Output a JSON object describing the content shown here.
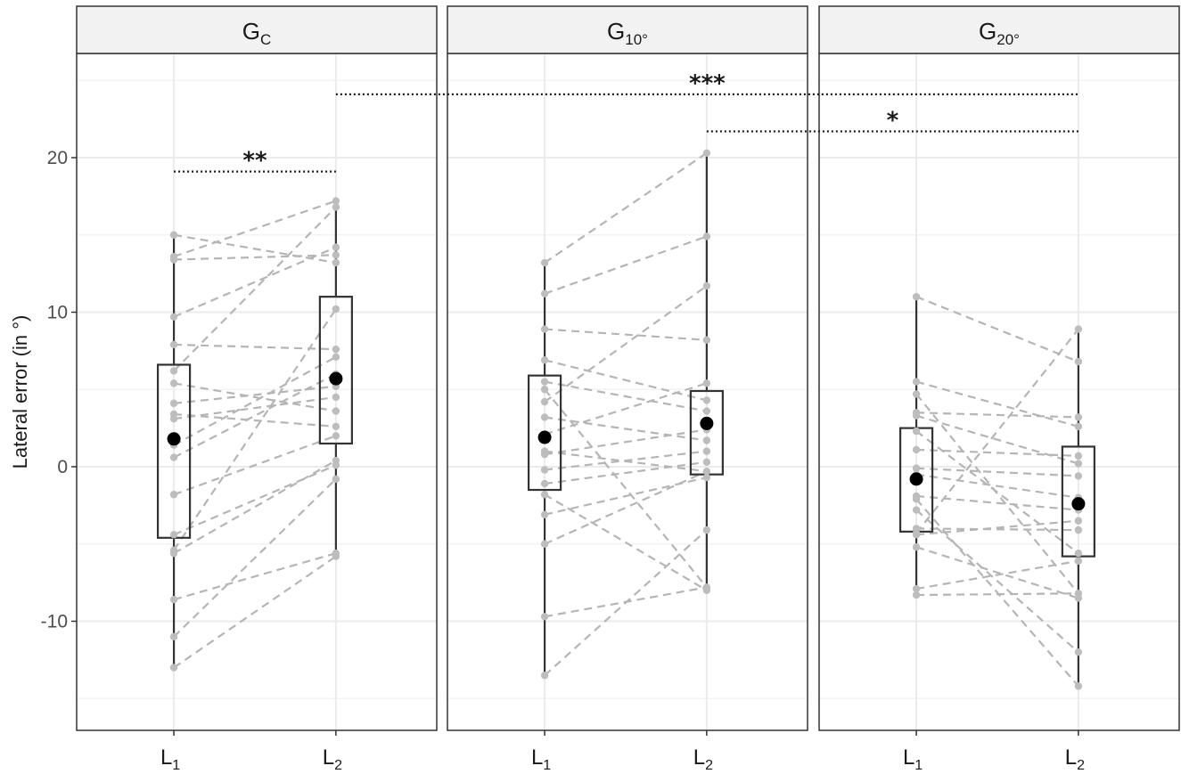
{
  "chart_data": {
    "type": "box",
    "ylabel": "Lateral error (in °)",
    "ylim": [
      -16.5,
      26
    ],
    "y_ticks": [
      -10,
      0,
      20,
      10
    ],
    "x_categories": [
      {
        "main": "L",
        "sub": "1"
      },
      {
        "main": "L",
        "sub": "2"
      }
    ],
    "panels": [
      {
        "title_main": "G",
        "title_sub": "C",
        "L1": {
          "mean": 1.8,
          "box": {
            "q1": -4.6,
            "median": 1.8,
            "q3": 6.6,
            "min": -13.0,
            "max": 15.0
          },
          "points": [
            15.0,
            13.6,
            13.4,
            9.7,
            7.9,
            6.2,
            5.4,
            4.1,
            3.4,
            3.1,
            1.4,
            0.6,
            -1.8,
            -4.4,
            -5.4,
            -5.6,
            -8.6,
            -11.0,
            -13.0
          ]
        },
        "L2": {
          "mean": 5.7,
          "box": {
            "q1": 1.5,
            "median": 5.7,
            "q3": 11.0,
            "min": -5.8,
            "max": 17.2
          },
          "points": [
            17.2,
            16.8,
            14.2,
            13.7,
            13.2,
            10.2,
            7.6,
            7.1,
            6.0,
            5.2,
            4.5,
            3.6,
            2.6,
            2.0,
            0.4,
            0.1,
            -0.8,
            -5.6,
            -5.8
          ]
        },
        "pairs": [
          [
            15.0,
            13.2
          ],
          [
            13.6,
            17.2
          ],
          [
            13.4,
            13.7
          ],
          [
            9.7,
            14.2
          ],
          [
            7.9,
            7.6
          ],
          [
            6.2,
            16.8
          ],
          [
            5.4,
            3.6
          ],
          [
            4.1,
            5.2
          ],
          [
            3.4,
            2.6
          ],
          [
            3.1,
            4.5
          ],
          [
            1.4,
            7.1
          ],
          [
            0.6,
            6.0
          ],
          [
            -1.8,
            2.0
          ],
          [
            -4.4,
            0.1
          ],
          [
            -5.4,
            10.2
          ],
          [
            -5.6,
            0.4
          ],
          [
            -8.6,
            -5.6
          ],
          [
            -11.0,
            -0.8
          ],
          [
            -13.0,
            -5.8
          ]
        ]
      },
      {
        "title_main": "G",
        "title_sub": "10°",
        "L1": {
          "mean": 1.9,
          "box": {
            "q1": -1.5,
            "median": 1.9,
            "q3": 5.9,
            "min": -13.5,
            "max": 13.2
          },
          "points": [
            13.2,
            11.2,
            8.9,
            6.9,
            5.5,
            5.0,
            4.2,
            3.2,
            2.1,
            1.0,
            0.8,
            -0.2,
            -1.1,
            -1.8,
            -3.1,
            -5.0,
            -9.7,
            -13.5
          ]
        },
        "L2": {
          "mean": 2.8,
          "box": {
            "q1": -0.5,
            "median": 2.8,
            "q3": 4.9,
            "min": -8.0,
            "max": 20.3
          },
          "points": [
            20.3,
            14.9,
            11.7,
            8.2,
            5.4,
            4.3,
            3.6,
            2.4,
            1.7,
            1.0,
            0.3,
            -0.3,
            -0.7,
            -4.1,
            -7.8,
            -8.0
          ]
        },
        "pairs": [
          [
            13.2,
            20.3
          ],
          [
            11.2,
            14.9
          ],
          [
            8.9,
            8.2
          ],
          [
            6.9,
            4.3
          ],
          [
            5.5,
            3.6
          ],
          [
            5.0,
            -7.8
          ],
          [
            4.2,
            11.7
          ],
          [
            3.2,
            1.7
          ],
          [
            2.1,
            5.4
          ],
          [
            1.0,
            -0.3
          ],
          [
            0.8,
            2.4
          ],
          [
            -0.2,
            1.0
          ],
          [
            -1.1,
            0.3
          ],
          [
            -1.8,
            -8.0
          ],
          [
            -3.1,
            -0.7
          ],
          [
            -5.0,
            -0.3
          ],
          [
            -9.7,
            -7.8
          ],
          [
            -13.5,
            -4.1
          ]
        ]
      },
      {
        "title_main": "G",
        "title_sub": "20°",
        "L1": {
          "mean": -0.8,
          "box": {
            "q1": -4.2,
            "median": -0.8,
            "q3": 2.5,
            "min": -8.4,
            "max": 11.0
          },
          "points": [
            11.0,
            5.5,
            4.7,
            3.5,
            3.3,
            2.3,
            1.1,
            -0.1,
            -0.5,
            -1.9,
            -2.1,
            -2.8,
            -4.0,
            -4.3,
            -4.4,
            -5.2,
            -7.9,
            -8.3
          ]
        },
        "L2": {
          "mean": -2.4,
          "box": {
            "q1": -5.8,
            "median": -2.4,
            "q3": 1.3,
            "min": -14.2,
            "max": 8.9
          },
          "points": [
            8.9,
            6.8,
            3.2,
            2.6,
            0.7,
            0.2,
            -0.6,
            -2.0,
            -2.8,
            -3.5,
            -4.1,
            -5.6,
            -6.1,
            -8.2,
            -8.5,
            -12.0,
            -14.2
          ]
        },
        "pairs": [
          [
            11.0,
            6.8
          ],
          [
            5.5,
            2.6
          ],
          [
            4.7,
            -8.2
          ],
          [
            3.5,
            3.2
          ],
          [
            3.3,
            0.2
          ],
          [
            2.3,
            -5.6
          ],
          [
            1.1,
            0.7
          ],
          [
            -0.1,
            -0.6
          ],
          [
            -0.5,
            -2.0
          ],
          [
            -1.9,
            -2.8
          ],
          [
            -2.1,
            -14.2
          ],
          [
            -2.8,
            -12.0
          ],
          [
            -4.0,
            -4.1
          ],
          [
            -4.3,
            8.9
          ],
          [
            -4.4,
            -3.5
          ],
          [
            -5.2,
            -8.5
          ],
          [
            -7.9,
            -6.1
          ],
          [
            -8.3,
            -8.2
          ]
        ]
      }
    ],
    "significance": [
      {
        "label": "**",
        "from": {
          "panel": 0,
          "x": 0
        },
        "to": {
          "panel": 0,
          "x": 1
        },
        "y": 19.1
      },
      {
        "label": "***",
        "from": {
          "panel": 0,
          "x": 1
        },
        "to": {
          "panel": 2,
          "x": 1
        },
        "y": 24.1
      },
      {
        "label": "*",
        "from": {
          "panel": 1,
          "x": 1
        },
        "to": {
          "panel": 2,
          "x": 1
        },
        "y": 21.7
      }
    ],
    "colors": {
      "points": "#bdbdbd",
      "pair_lines": "#b5b5b5",
      "box": "#333333",
      "mean": "#000000",
      "strip_fill": "#f2f2f2",
      "grid": "#ebebeb"
    }
  }
}
